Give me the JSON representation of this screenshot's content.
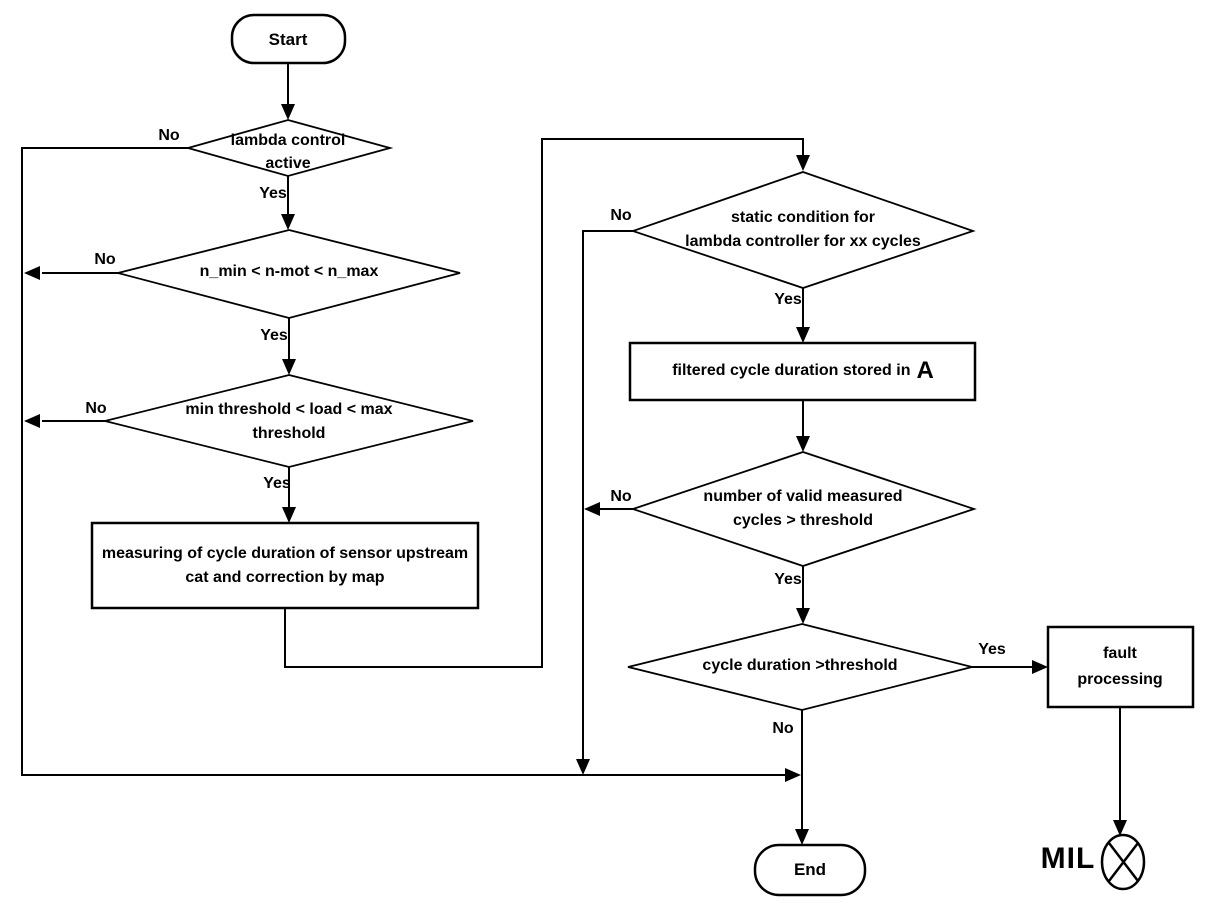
{
  "labels": {
    "yes": "Yes",
    "no": "No"
  },
  "nodes": {
    "start": "Start",
    "lambda_control": "lambda control\nactive",
    "n_range": "n_min < n-mot < n_max",
    "load_range": "min threshold < load < max\nthreshold",
    "measure": "measuring of cycle duration of sensor upstream\ncat and correction by map",
    "static_condition": "static condition for\nlambda controller for xx cycles",
    "filtered_text": "filtered cycle duration stored in",
    "filtered_var": "A",
    "valid_cycles": "number of valid measured\ncycles > threshold",
    "cycle_duration": "cycle duration  >threshold",
    "fault": "fault\nprocessing",
    "end": "End",
    "mil": "MIL"
  },
  "colors": {
    "line": "#000000",
    "background": "#ffffff"
  }
}
